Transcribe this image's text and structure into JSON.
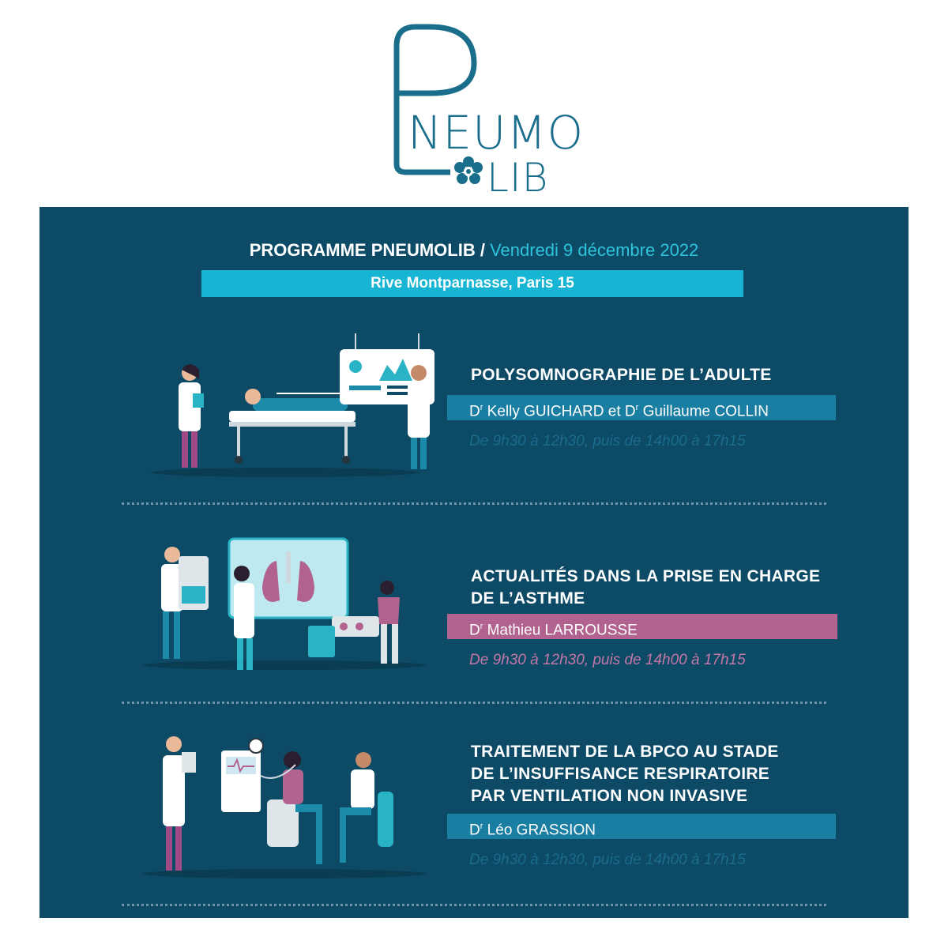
{
  "logo": {
    "letter_p": "P",
    "text_neumo": "NEUMO",
    "text_lib": "LIB",
    "icon": "flower-lung-icon"
  },
  "header": {
    "program": "PROGRAMME PNEUMOLIB /",
    "date": "Vendredi 9 décembre 2022",
    "location": "Rive Montparnasse, Paris 15"
  },
  "sessions": [
    {
      "title": "POLYSOMNOGRAPHIE DE L’ADULTE",
      "speaker_prefix1": "D",
      "speaker_sup1": "r",
      "speaker_name1": " Kelly GUICHARD et ",
      "speaker_prefix2": "D",
      "speaker_sup2": "r",
      "speaker_name2": " Guillaume COLLIN",
      "schedule": "De 9h30 à 12h30, puis de 14h00 à 17h15",
      "illustration": "sleep-study-illustration"
    },
    {
      "title_line1": "ACTUALITÉS DANS LA PRISE EN CHARGE",
      "title_line2": "DE L’ASTHME",
      "speaker_prefix1": "D",
      "speaker_sup1": "r",
      "speaker_name1": " Mathieu LARROUSSE",
      "schedule": "De 9h30 à 12h30, puis de 14h00 à 17h15",
      "illustration": "asthma-illustration"
    },
    {
      "title_line1": "TRAITEMENT DE LA BPCO AU STADE",
      "title_line2": "DE L’INSUFFISANCE RESPIRATOIRE",
      "title_line3": "PAR VENTILATION NON INVASIVE",
      "speaker_prefix1": "D",
      "speaker_sup1": "r",
      "speaker_name1": " Léo GRASSION",
      "schedule": "De 9h30 à 12h30, puis de 14h00 à 17h15",
      "illustration": "ventilation-illustration"
    }
  ],
  "colors": {
    "panel": "#0d4a66",
    "accent_cyan": "#17b5d3",
    "speaker_blue": "#1a7ea2",
    "speaker_pink": "#b2628f"
  }
}
